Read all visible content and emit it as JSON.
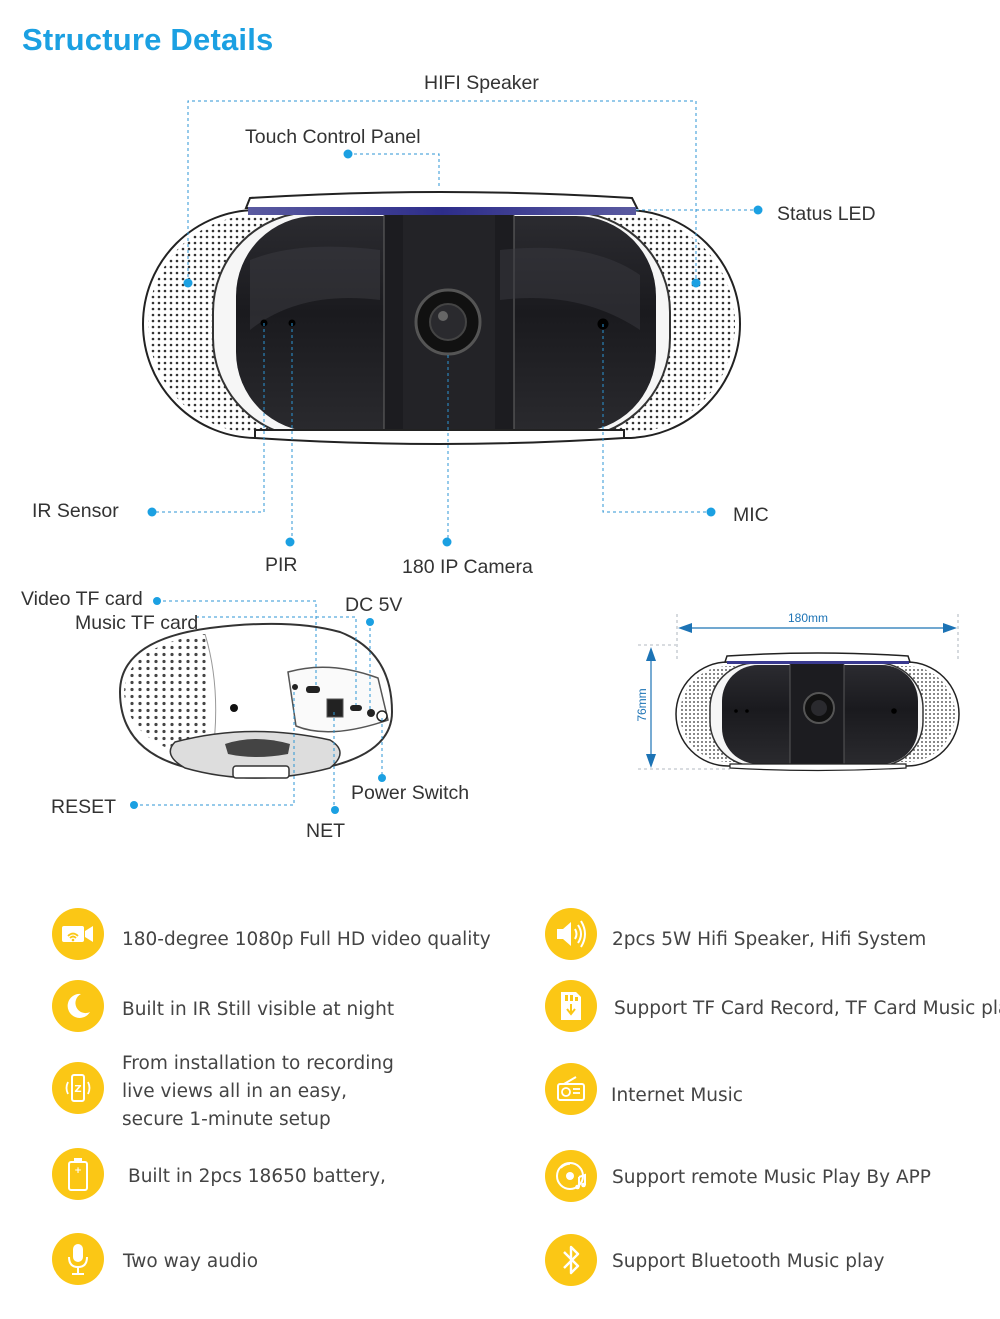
{
  "title": "Structure Details",
  "accent_color": "#1ba0e2",
  "icon_color": "#fbc715",
  "labels": {
    "hifi_speaker": "HIFI Speaker",
    "touch_control_panel": "Touch Control Panel",
    "status_led": "Status LED",
    "ir_sensor": "IR Sensor",
    "pir": "PIR",
    "ip_camera": "180 IP Camera",
    "mic": "MIC",
    "video_tf_card": "Video TF card",
    "music_tf_card": "Music TF card",
    "dc_5v": "DC 5V",
    "reset": "RESET",
    "net": "NET",
    "power_switch": "Power Switch"
  },
  "dimensions": {
    "width": "180mm",
    "height": "76mm"
  },
  "features": [
    {
      "icon": "video-camera-wifi-icon",
      "lines": [
        "180-degree 1080p Full HD video quality"
      ]
    },
    {
      "icon": "moon-icon",
      "lines": [
        "Built in IR Still visible at night"
      ]
    },
    {
      "icon": "phone-setup-icon",
      "lines": [
        "From installation to recording",
        "live views all in an easy,",
        "secure 1-minute setup"
      ]
    },
    {
      "icon": "battery-icon",
      "lines": [
        "Built in 2pcs 18650 battery,"
      ]
    },
    {
      "icon": "microphone-icon",
      "lines": [
        "Two way audio"
      ]
    },
    {
      "icon": "speaker-icon",
      "lines": [
        "2pcs 5W Hifi Speaker, Hifi System"
      ]
    },
    {
      "icon": "tf-card-icon",
      "lines": [
        "Support TF Card Record, TF Card Music play"
      ]
    },
    {
      "icon": "radio-icon",
      "lines": [
        "Internet Music"
      ]
    },
    {
      "icon": "music-disc-icon",
      "lines": [
        "Support remote Music Play By APP"
      ]
    },
    {
      "icon": "bluetooth-icon",
      "lines": [
        "Support Bluetooth Music play"
      ]
    }
  ]
}
